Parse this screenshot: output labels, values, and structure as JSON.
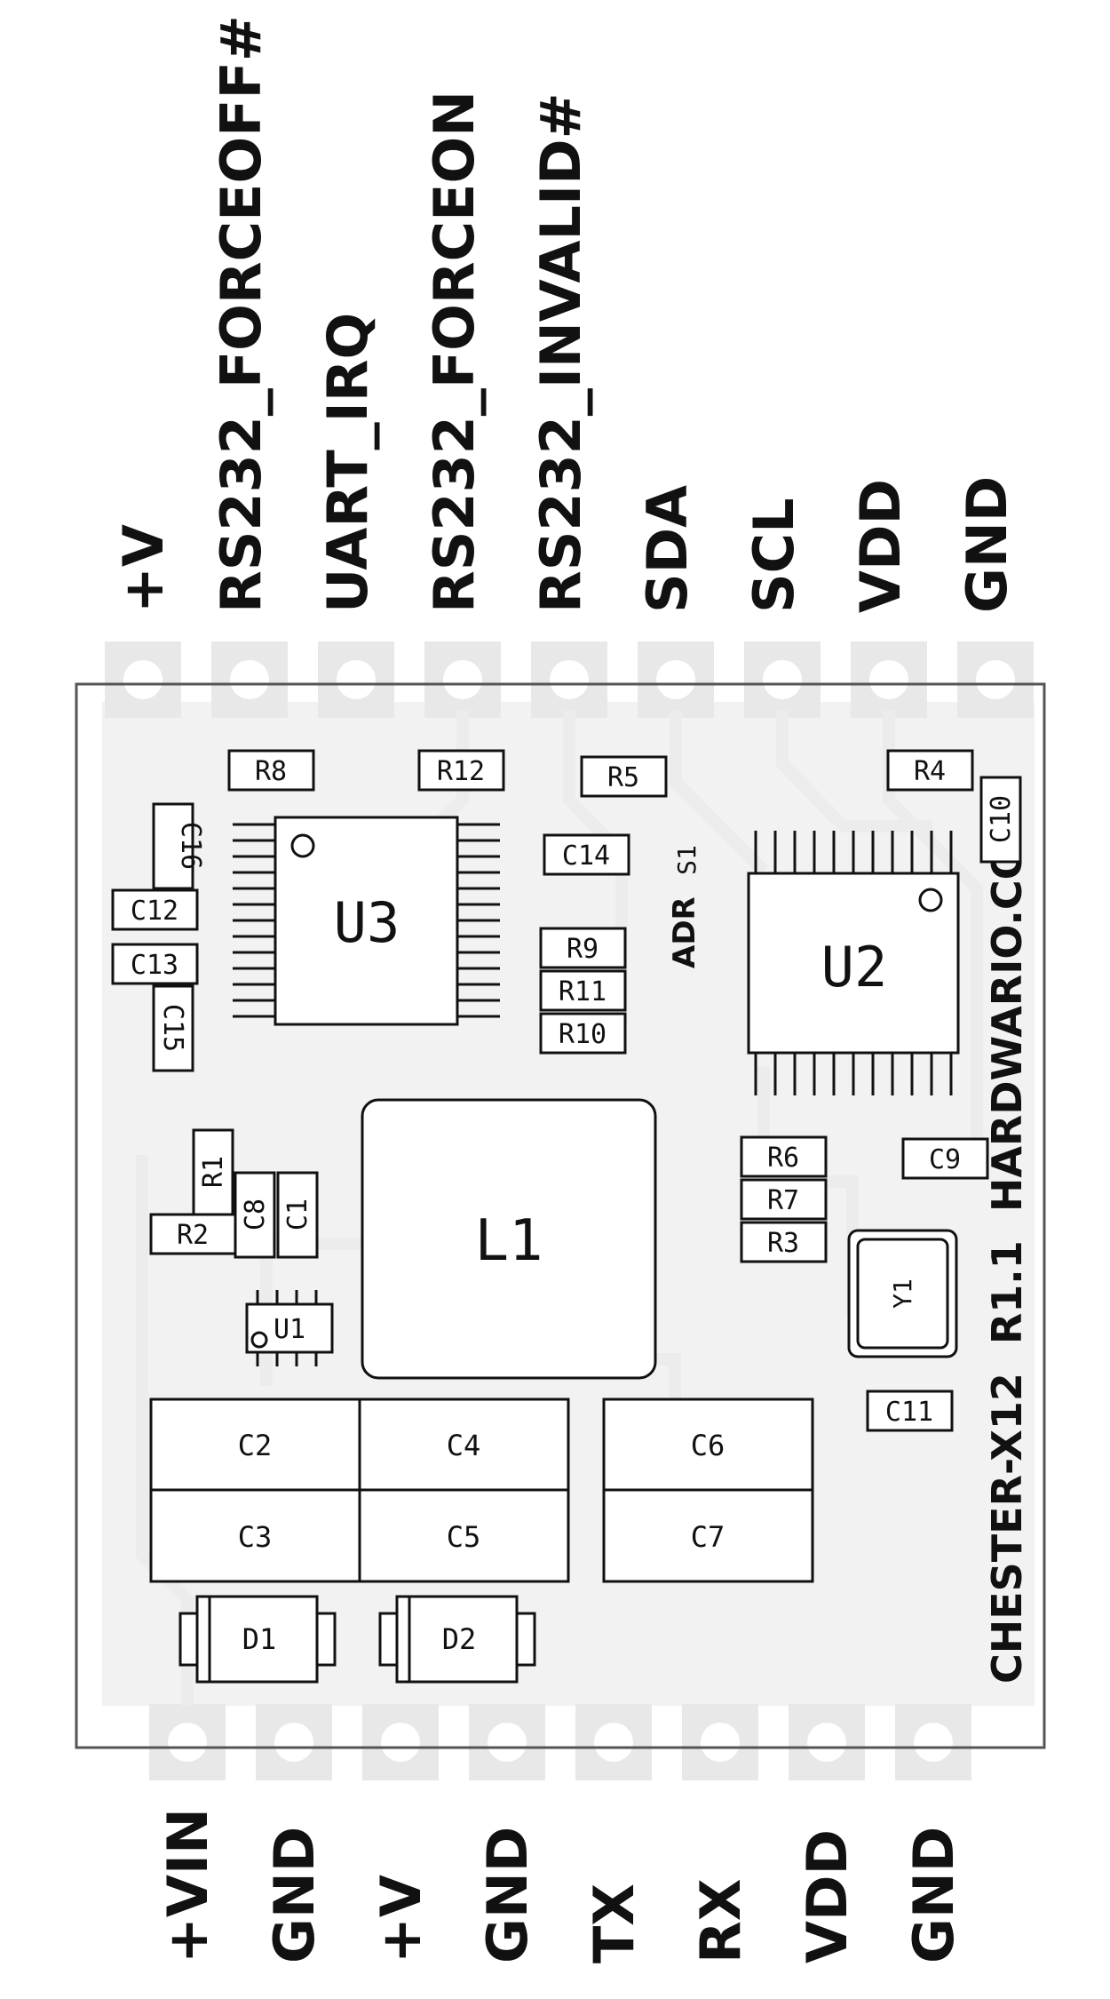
{
  "top_pins": [
    "+V",
    "RS232_FORCEOFF#",
    "UART_IRQ",
    "RS232_FORCEON",
    "RS232_INVALID#",
    "SDA",
    "SCL",
    "VDD",
    "GND"
  ],
  "bottom_pins": [
    "+VIN",
    "GND",
    "+V",
    "GND",
    "TX",
    "RX",
    "VDD",
    "GND"
  ],
  "side_text": "CHESTER-X12  R1.1  HARDWARIO.COM",
  "adr_label": "ADR",
  "components": {
    "R8": "R8",
    "R12": "R12",
    "R5": "R5",
    "R4": "R4",
    "C10": "C10",
    "C16": "C16",
    "C12": "C12",
    "C13": "C13",
    "C15": "C15",
    "U3": "U3",
    "U2": "U2",
    "C14": "C14",
    "S1": "S1",
    "R9": "R9",
    "R11": "R11",
    "R10": "R10",
    "R1": "R1",
    "R2": "R2",
    "C8": "C8",
    "C1": "C1",
    "U1": "U1",
    "L1": "L1",
    "R6": "R6",
    "R7": "R7",
    "R3": "R3",
    "C9": "C9",
    "Y1": "Y1",
    "C11": "C11",
    "C2": "C2",
    "C4": "C4",
    "C3": "C3",
    "C5": "C5",
    "C6": "C6",
    "C7": "C7",
    "D1": "D1",
    "D2": "D2"
  },
  "colors": {
    "silkscreen": "#111111",
    "copper": "#e6e6e6",
    "background": "#ffffff"
  }
}
